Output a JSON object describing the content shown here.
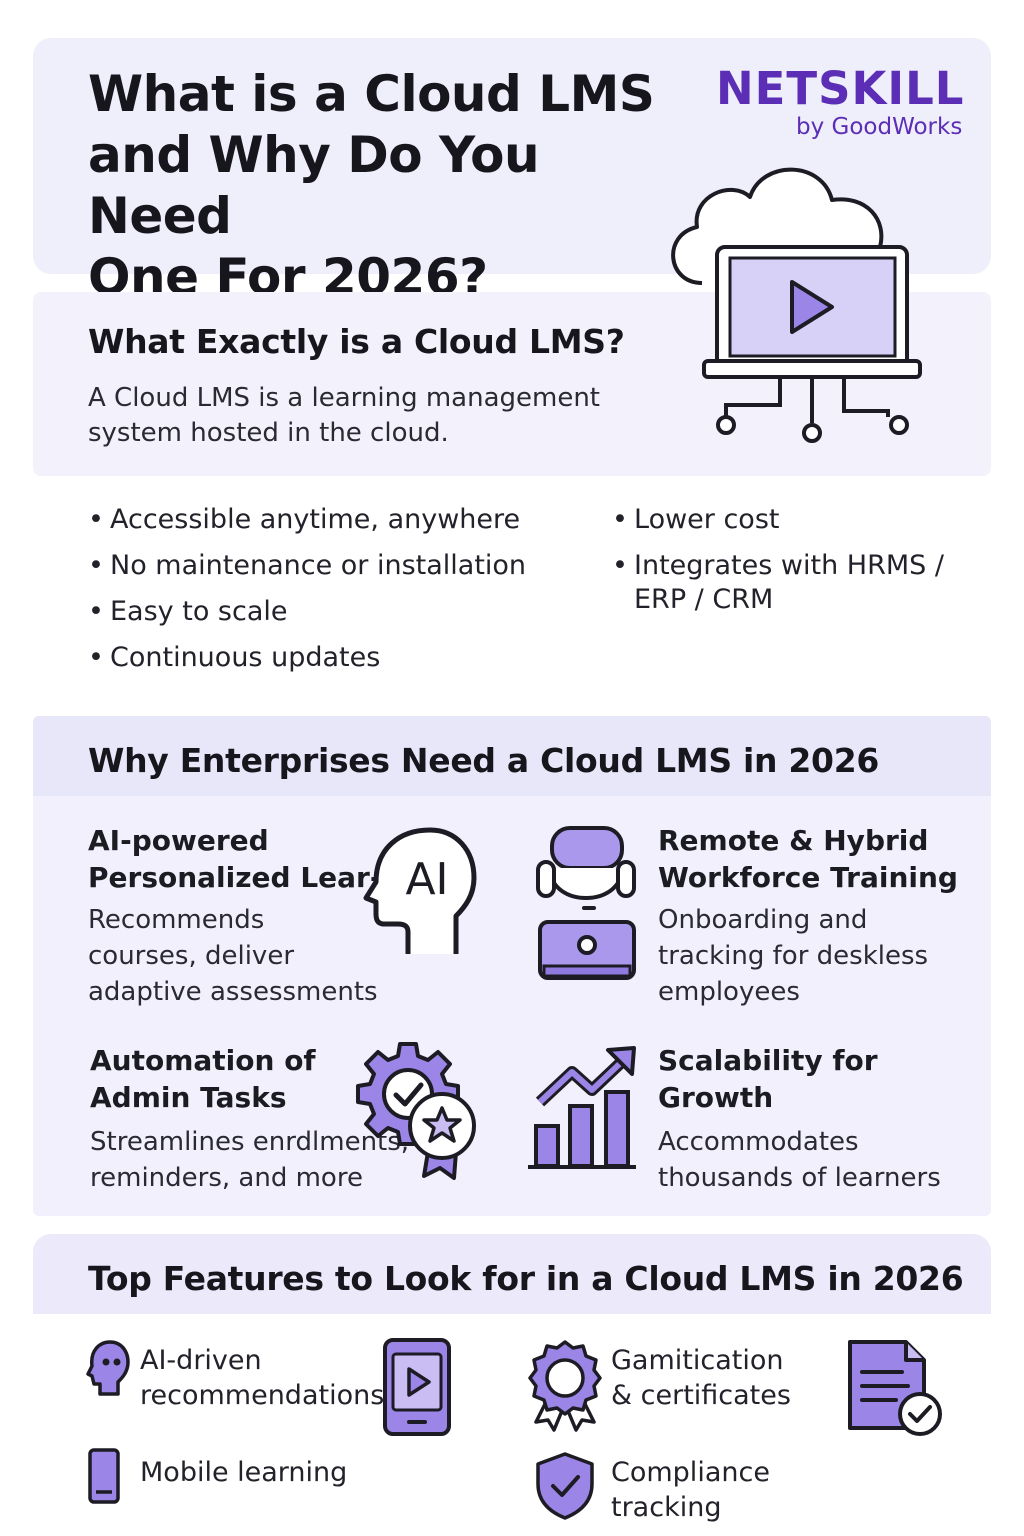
{
  "header": {
    "title_lines": [
      "What is a Cloud LMS",
      "and Why Do You Need",
      "One For 2026?"
    ],
    "brand": "NETSKILL",
    "brand_sub": "by GoodWorks"
  },
  "intro": {
    "heading": "What Exactly is a Cloud LMS?",
    "desc_lines": [
      "A Cloud LMS is a learning management",
      "system hosted in the cloud."
    ]
  },
  "benefits": {
    "left": [
      "Accessible anytime, anywhere",
      "No maintenance or installation",
      "Easy to scale",
      "Continuous updates"
    ],
    "right": [
      "Lower cost",
      "Integrates with HRMS /"
    ],
    "right_cont": "ERP / CRM"
  },
  "why": {
    "heading": "Why Enterprises Need a Cloud LMS in 2026",
    "items": [
      {
        "title_lines": [
          "AI-powered",
          "Personalized Lear-"
        ],
        "desc_lines": [
          "Recommends",
          "courses, deliver",
          "adaptive assessments"
        ],
        "icon": "ai-head-icon",
        "icon_text": "AI"
      },
      {
        "title_lines": [
          "Remote & Hybrid",
          "Workforce Training"
        ],
        "desc_lines": [
          "Onboarding and",
          "tracking for deskless",
          "employees"
        ],
        "icon": "remote-worker-icon"
      },
      {
        "title_lines": [
          "Automation of",
          "Admin Tasks"
        ],
        "desc_lines": [
          "Streamlines enrdlments,",
          "reminders, and more"
        ],
        "icon": "gear-badge-icon"
      },
      {
        "title_lines": [
          "Scalability for",
          "Growth"
        ],
        "desc_lines": [
          "Accommodates",
          "thousands of learners"
        ],
        "icon": "growth-chart-icon"
      }
    ]
  },
  "features": {
    "heading": "Top Features to Look for in a Cloud LMS in 2026",
    "items": [
      {
        "lines": [
          "AI-driven",
          "recommendations"
        ],
        "icon": "ai-head-small-icon"
      },
      {
        "lines": [
          "Mobile learning"
        ],
        "icon": "mobile-small-icon"
      },
      {
        "lines": [
          "Gamitication",
          "& certificates"
        ],
        "icon": "medal-icon"
      },
      {
        "lines": [
          "Compliance",
          "tracking"
        ],
        "icon": "shield-check-icon"
      }
    ],
    "extra_icons": [
      "mobile-video-icon",
      "document-check-icon"
    ]
  },
  "colors": {
    "brand": "#5b2eb5",
    "accent": "#9b86e8",
    "panel": "#efeefb",
    "text": "#17161d"
  }
}
